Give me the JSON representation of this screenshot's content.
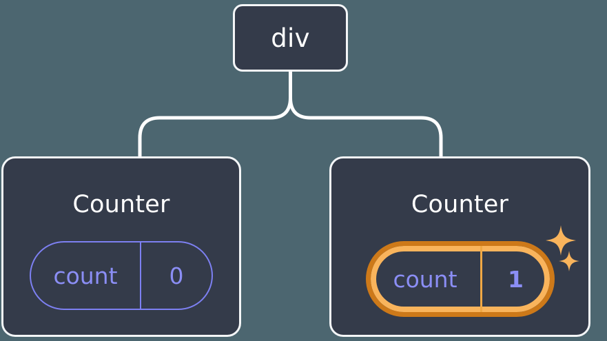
{
  "diagram": {
    "type": "component-tree",
    "background_color": "#4c6670",
    "node_fill_color": "#343b4a",
    "node_border_color": "#f4f6f8",
    "edge_color": "#ffffff",
    "accent_state_color": "#8b8ef5",
    "highlight_outer_color": "#cd7919",
    "highlight_inner_color": "#f9b45c",
    "sparkle_color": "#f9b45c"
  },
  "root": {
    "label": "div"
  },
  "children": [
    {
      "title": "Counter",
      "state": {
        "key": "count",
        "value": "0"
      },
      "highlighted": false,
      "sparkles": false
    },
    {
      "title": "Counter",
      "state": {
        "key": "count",
        "value": "1"
      },
      "highlighted": true,
      "sparkles": true,
      "sparkle_icons": [
        "sparkle-large-icon",
        "sparkle-small-icon"
      ]
    }
  ]
}
